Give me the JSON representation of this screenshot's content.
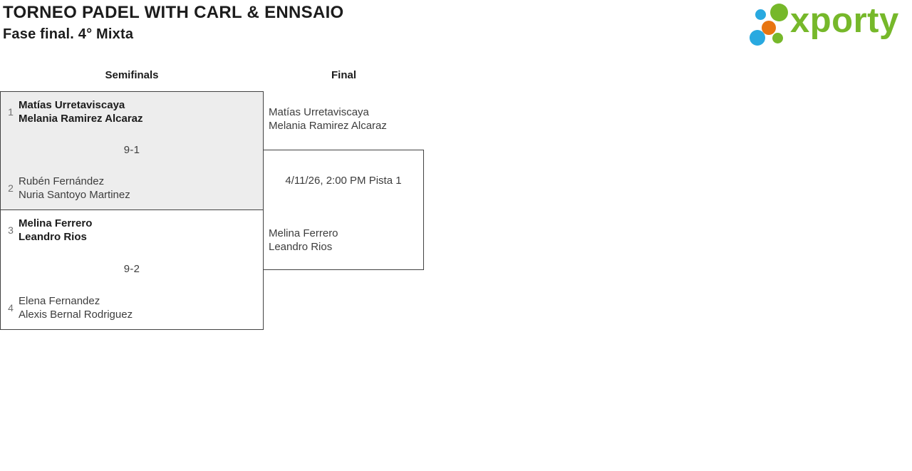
{
  "header": {
    "title": "TORNEO PADEL WITH CARL & ENNSAIO",
    "subtitle": "Fase final. 4° Mixta"
  },
  "logo": {
    "text": "xporty",
    "colors": {
      "green": "#76b82a",
      "blue": "#29a9e0",
      "orange": "#e87511"
    }
  },
  "bracket": {
    "round_headers": {
      "semifinals": "Semifinals",
      "final": "Final"
    },
    "semifinals": {
      "matches": [
        {
          "seed_top": "1",
          "team_top": [
            "Matías Urretaviscaya",
            "Melania Ramirez Alcaraz"
          ],
          "score": "9-1",
          "seed_bottom": "2",
          "team_bottom": [
            "Rubén Fernández",
            "Nuria Santoyo Martinez"
          ],
          "winner": "top"
        },
        {
          "seed_top": "3",
          "team_top": [
            "Melina Ferrero",
            "Leandro Rios"
          ],
          "score": "9-2",
          "seed_bottom": "4",
          "team_bottom": [
            "Elena Fernandez",
            "Alexis Bernal Rodriguez"
          ],
          "winner": "top"
        }
      ]
    },
    "final": {
      "team_top": [
        "Matías Urretaviscaya",
        "Melania Ramirez Alcaraz"
      ],
      "schedule": "4/11/26, 2:00 PM Pista 1",
      "team_bottom": [
        "Melina Ferrero",
        "Leandro Rios"
      ]
    }
  },
  "style": {
    "winner_box_bg": "#ededed",
    "border_color": "#424242"
  }
}
